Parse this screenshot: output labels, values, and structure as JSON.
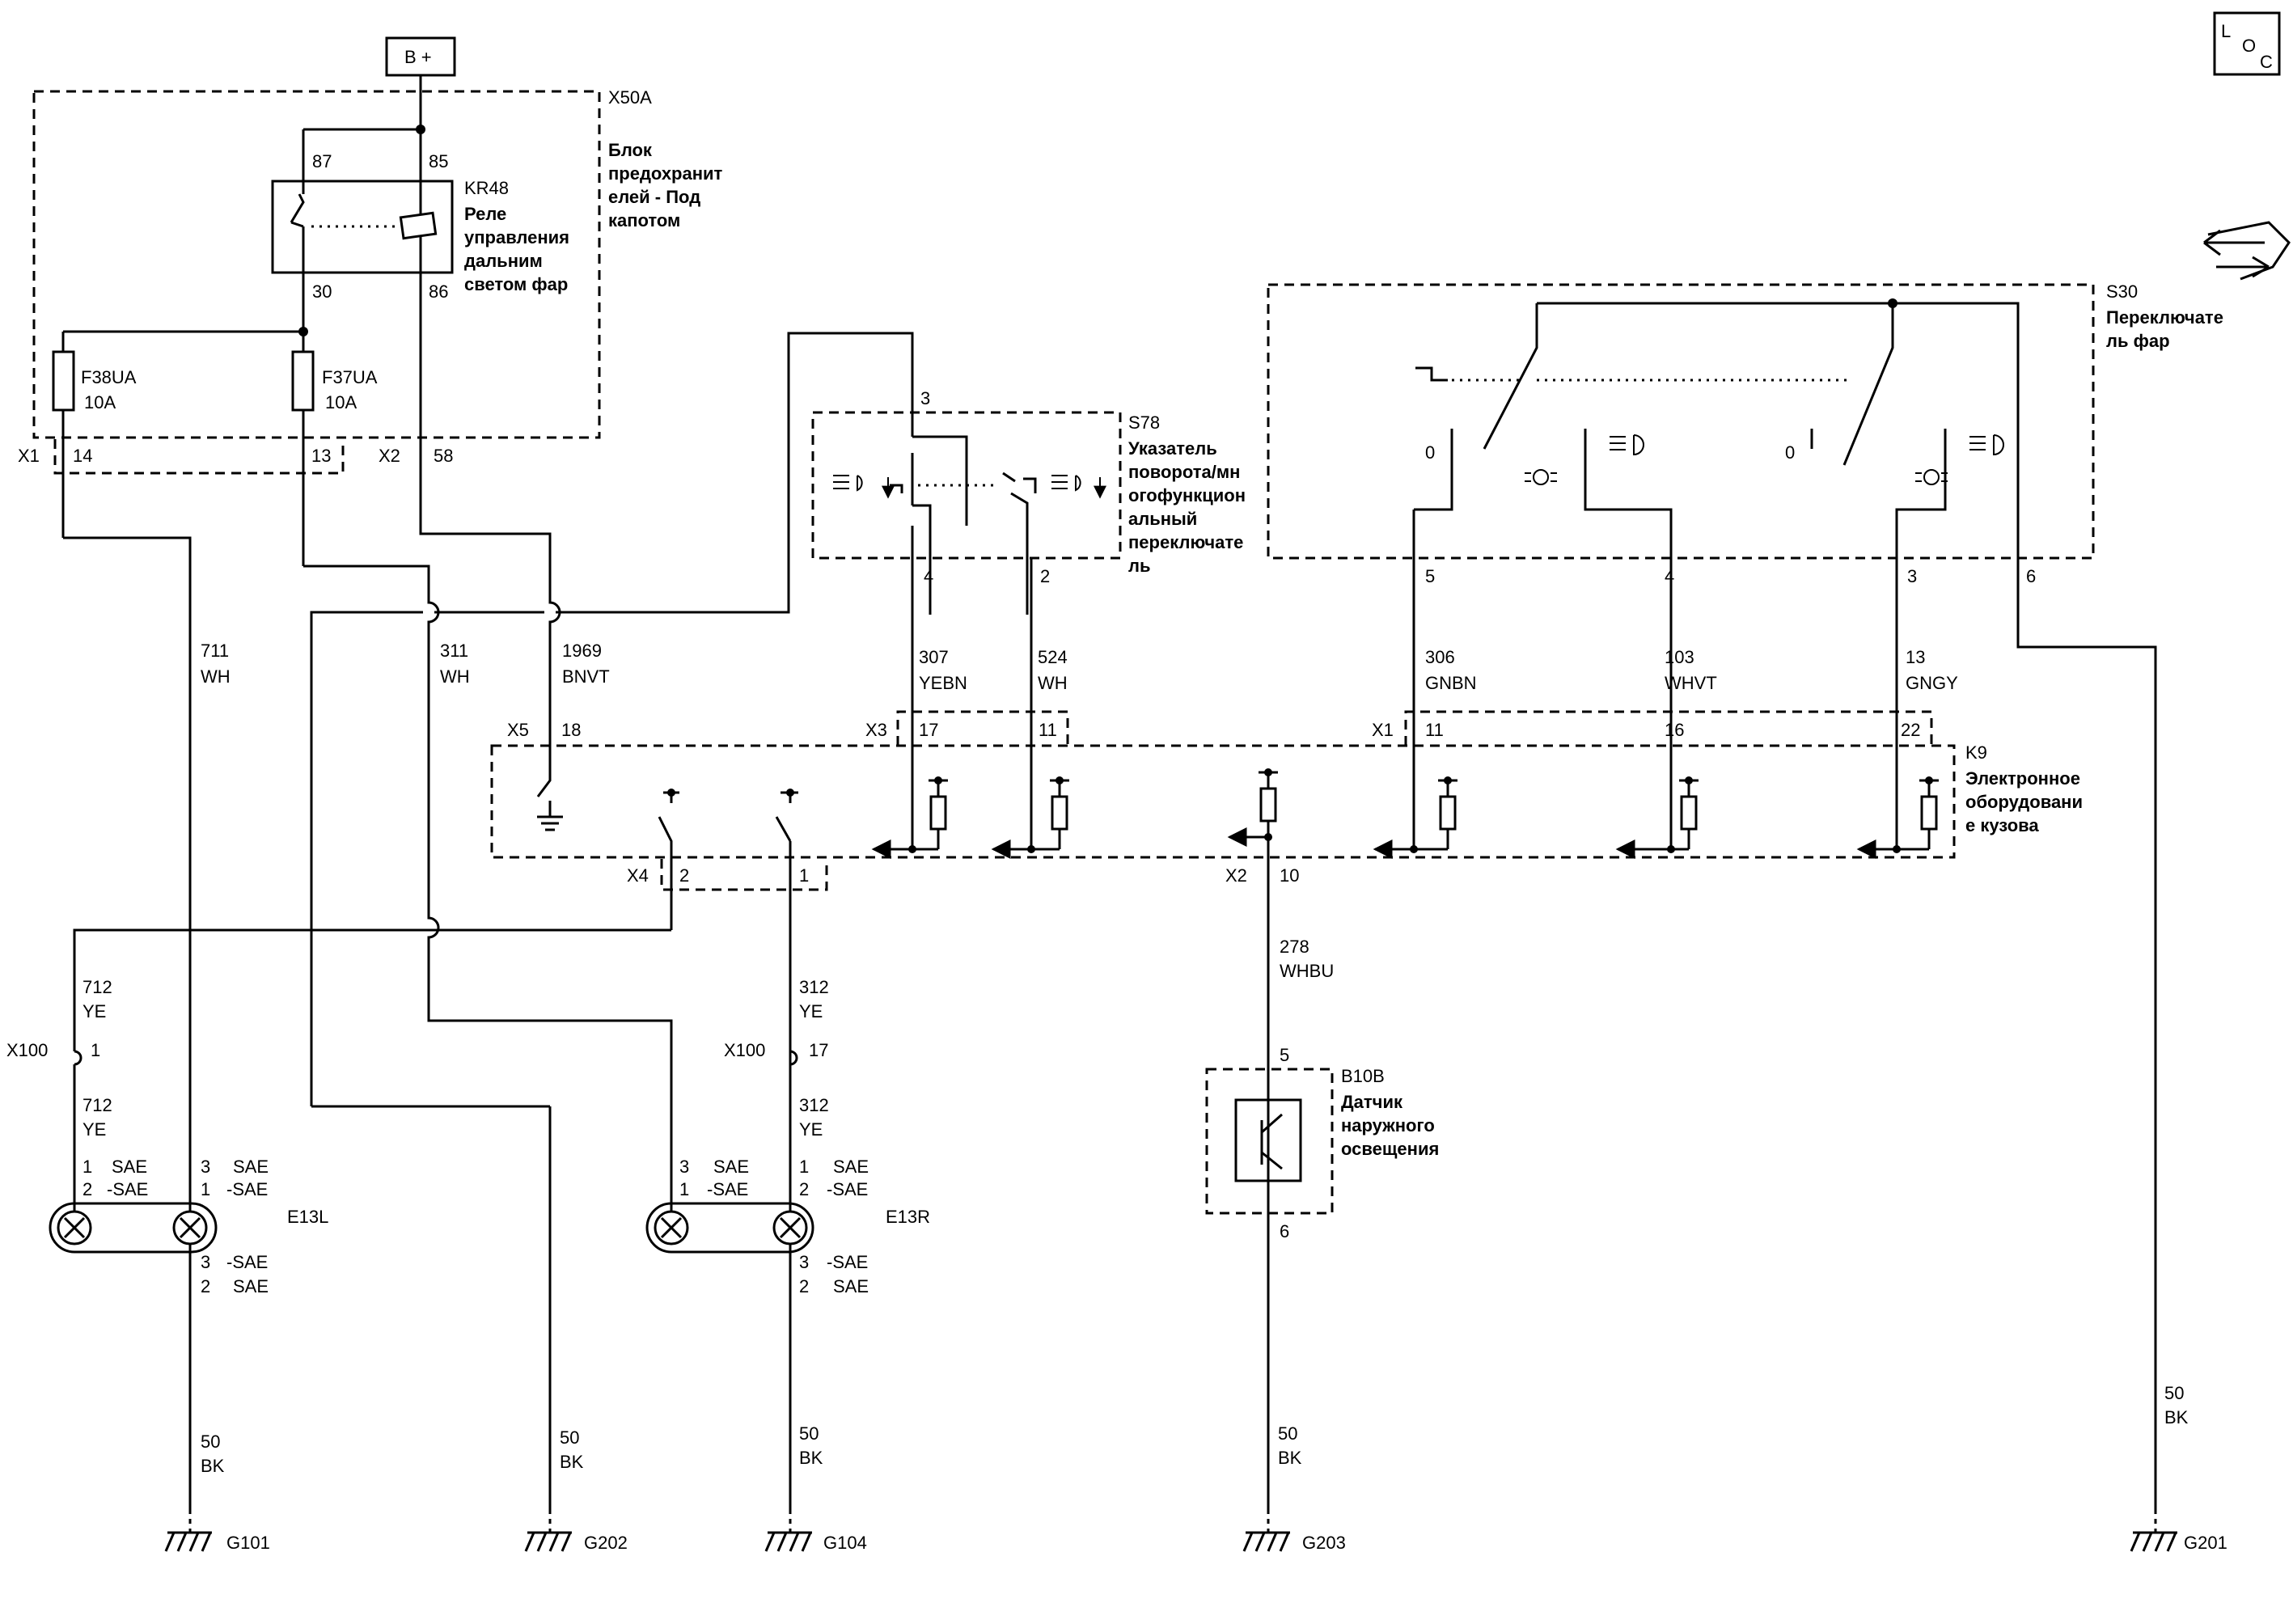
{
  "locator": {
    "l": "L",
    "o": "O",
    "c": "C"
  },
  "battery": "B +",
  "components": {
    "x50a": {
      "id": "X50A",
      "name": [
        "Блок",
        "предохранит",
        "елей - Под",
        "капотом"
      ]
    },
    "kr48": {
      "id": "KR48",
      "name": [
        "Реле",
        "управления",
        "дальним",
        "светом фар"
      ],
      "pins": [
        "87",
        "85",
        "30",
        "86"
      ]
    },
    "f38ua": {
      "id": "F38UA",
      "rating": "10A"
    },
    "f37ua": {
      "id": "F37UA",
      "rating": "10A"
    },
    "s78": {
      "id": "S78",
      "name": [
        "Указатель",
        "поворота/мн",
        "огофункцион",
        "альный",
        "переключате",
        "ль"
      ],
      "pins": [
        "3",
        "4",
        "2"
      ]
    },
    "s30": {
      "id": "S30",
      "name": [
        "Переключате",
        "ль фар"
      ],
      "pins": [
        "5",
        "4",
        "3",
        "6"
      ],
      "pos0": "0"
    },
    "k9": {
      "id": "K9",
      "name": [
        "Электронное",
        "оборудовани",
        "е кузова"
      ]
    },
    "b10b": {
      "id": "B10B",
      "name": [
        "Датчик",
        "наружного",
        "освещения"
      ],
      "pins": [
        "5",
        "6"
      ]
    },
    "e13l": {
      "id": "E13L",
      "top": [
        [
          "1",
          "SAE"
        ],
        [
          "2",
          "-SAE"
        ],
        [
          "3",
          "SAE"
        ],
        [
          "1",
          "-SAE"
        ]
      ],
      "bottom": [
        [
          "3",
          "-SAE"
        ],
        [
          "2",
          "SAE"
        ]
      ]
    },
    "e13r": {
      "id": "E13R",
      "top": [
        [
          "3",
          "SAE"
        ],
        [
          "1",
          "-SAE"
        ],
        [
          "1",
          "SAE"
        ],
        [
          "2",
          "-SAE"
        ]
      ],
      "bottom": [
        [
          "3",
          "-SAE"
        ],
        [
          "2",
          "SAE"
        ]
      ]
    }
  },
  "connectors": {
    "x1_fuse": {
      "name": "X1",
      "pins": [
        "14",
        "13"
      ]
    },
    "x2_fuse": {
      "name": "X2",
      "pin": "58"
    },
    "x5": {
      "name": "X5",
      "pin": "18"
    },
    "x3": {
      "name": "X3",
      "pins": [
        "17",
        "11"
      ]
    },
    "x1_k9": {
      "name": "X1",
      "pins": [
        "11",
        "16",
        "22"
      ]
    },
    "x4": {
      "name": "X4",
      "pins": [
        "2",
        "1"
      ]
    },
    "x2_k9": {
      "name": "X2",
      "pin": "10"
    },
    "x100_l": {
      "name": "X100",
      "pin": "1"
    },
    "x100_r": {
      "name": "X100",
      "pin": "17"
    }
  },
  "wires": {
    "w711": [
      "711",
      "WH"
    ],
    "w311": [
      "311",
      "WH"
    ],
    "w1969": [
      "1969",
      "BNVT"
    ],
    "w307": [
      "307",
      "YEBN"
    ],
    "w524": [
      "524",
      "WH"
    ],
    "w306": [
      "306",
      "GNBN"
    ],
    "w103": [
      "103",
      "WHVT"
    ],
    "w13": [
      "13",
      "GNGY"
    ],
    "w712a": [
      "712",
      "YE"
    ],
    "w712b": [
      "712",
      "YE"
    ],
    "w312a": [
      "312",
      "YE"
    ],
    "w312b": [
      "312",
      "YE"
    ],
    "w278": [
      "278",
      "WHBU"
    ],
    "gnd_g101": [
      "50",
      "BK"
    ],
    "gnd_g202": [
      "50",
      "BK"
    ],
    "gnd_g104": [
      "50",
      "BK"
    ],
    "gnd_g203": [
      "50",
      "BK"
    ],
    "gnd_g201": [
      "50",
      "BK"
    ]
  },
  "grounds": [
    "G101",
    "G202",
    "G104",
    "G203",
    "G201"
  ]
}
